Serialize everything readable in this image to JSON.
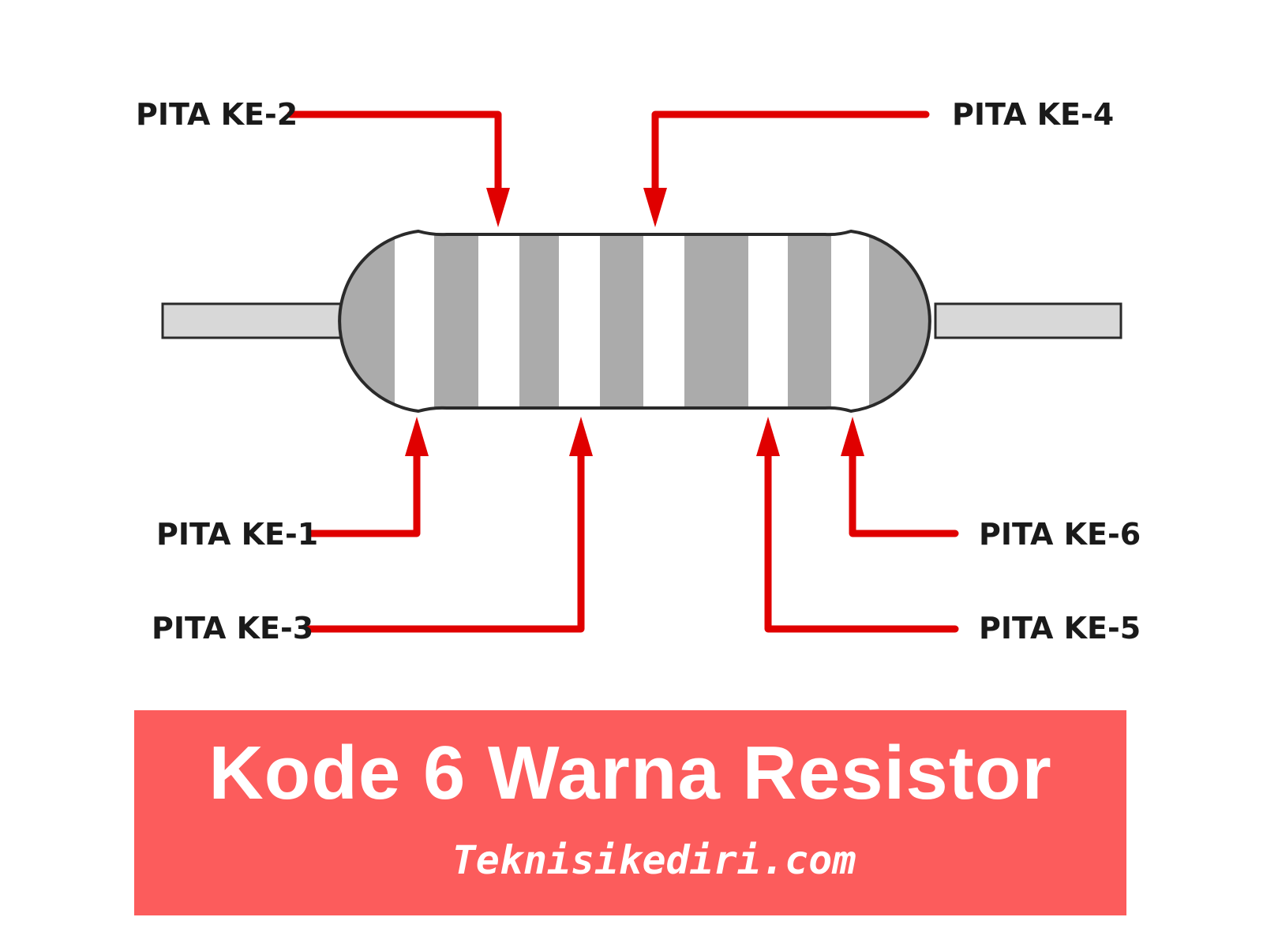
{
  "diagram": {
    "band_labels": {
      "band1": "PITA KE-1",
      "band2": "PITA KE-2",
      "band3": "PITA KE-3",
      "band4": "PITA KE-4",
      "band5": "PITA KE-5",
      "band6": "PITA KE-6"
    },
    "colors": {
      "arrow": "#e00000",
      "resistor_body": "#ababab",
      "band_light": "#ffffff",
      "outline": "#2a2a2a",
      "lead": "#d8d8d8"
    }
  },
  "banner": {
    "title": "Kode 6 Warna Resistor",
    "site": "Teknisikediri.com",
    "color": "#fc5c5c"
  }
}
